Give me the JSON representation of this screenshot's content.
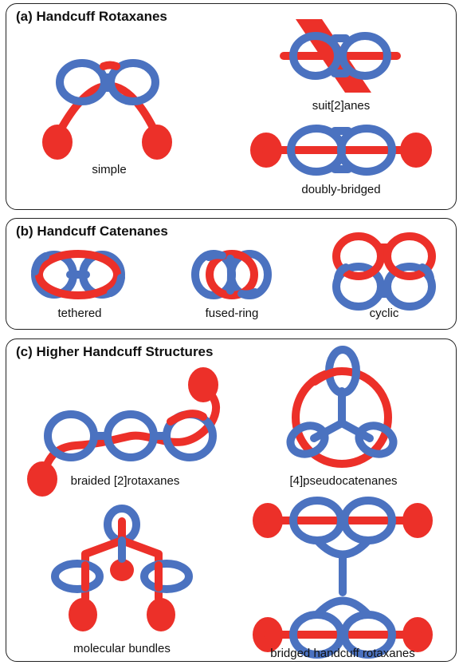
{
  "panels": {
    "a": {
      "title": "(a) Handcuff Rotaxanes",
      "labels": {
        "simple": "simple",
        "suitanes": "suit[2]anes",
        "doubly_bridged": "doubly-bridged"
      }
    },
    "b": {
      "title": "(b) Handcuff Catenanes",
      "labels": {
        "tethered": "tethered",
        "fused_ring": "fused-ring",
        "cyclic": "cyclic"
      }
    },
    "c": {
      "title": "(c) Higher Handcuff Structures",
      "labels": {
        "braided": "braided [2]rotaxanes",
        "pseudocatenanes": "[4]pseudocatenanes",
        "bundles": "molecular bundles",
        "bridged": "bridged handcuff rotaxanes"
      }
    }
  },
  "colors": {
    "ring": "#4b72c0",
    "thread": "#ec3029",
    "border": "#222222"
  }
}
